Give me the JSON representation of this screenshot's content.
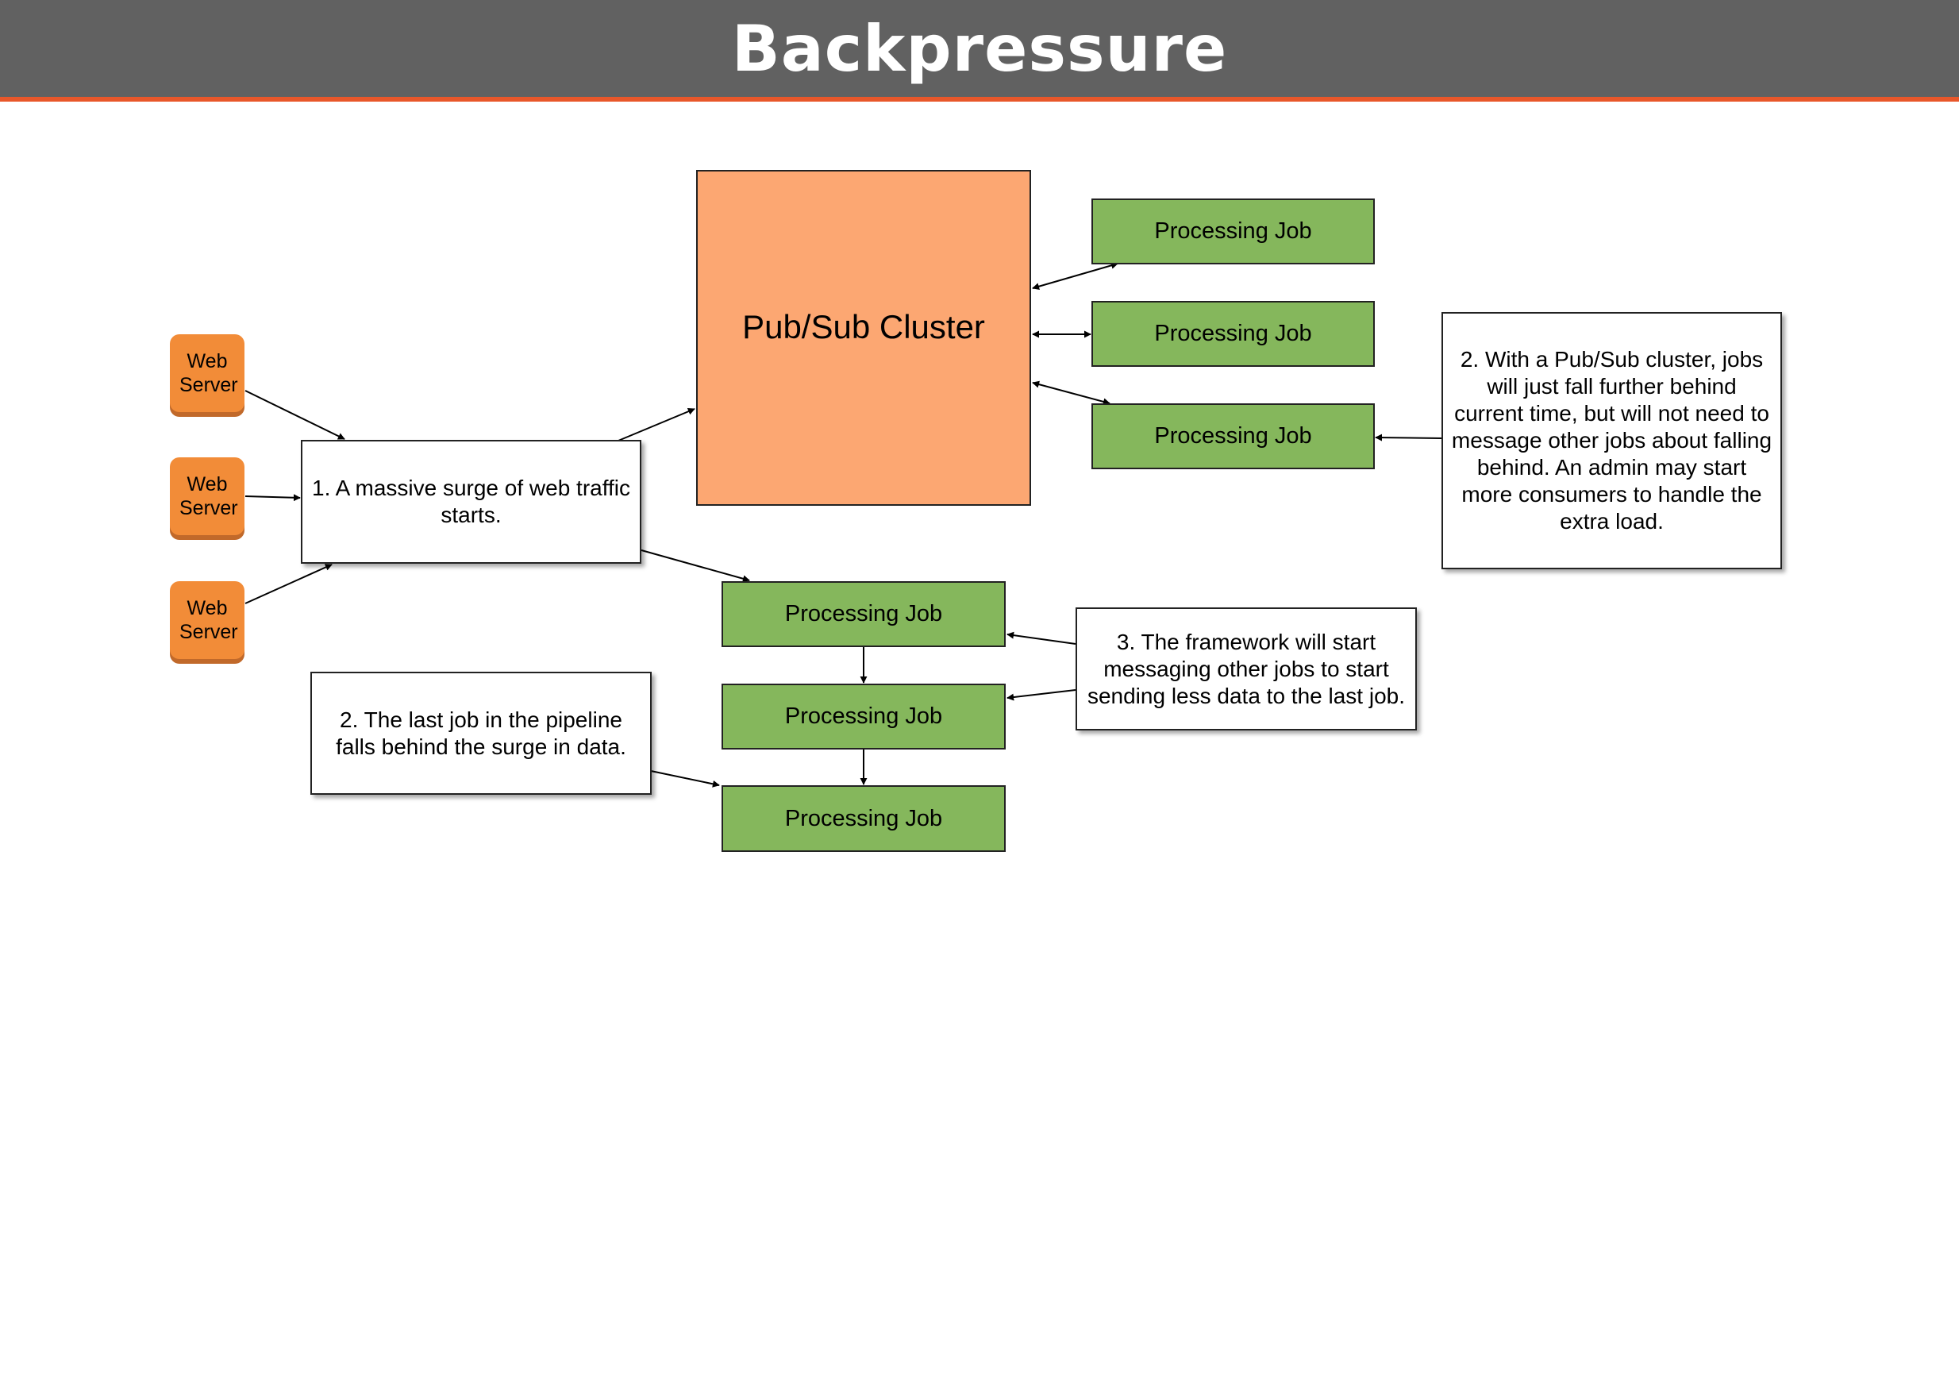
{
  "header": {
    "title": "Backpressure"
  },
  "nodes": {
    "web_server_1": "Web Server",
    "web_server_2": "Web Server",
    "web_server_3": "Web Server",
    "pubsub_cluster": "Pub/Sub Cluster",
    "pubsub_job_1": "Processing Job",
    "pubsub_job_2": "Processing Job",
    "pubsub_job_3": "Processing Job",
    "pipeline_job_1": "Processing Job",
    "pipeline_job_2": "Processing Job",
    "pipeline_job_3": "Processing Job"
  },
  "notes": {
    "surge": "1. A massive surge of web traffic starts.",
    "pubsub_behind": "2. With a Pub/Sub cluster, jobs will just fall further behind current time, but will not need to message other jobs about falling behind. An admin may start more consumers to handle the extra load.",
    "last_job_behind": "2. The last job in the pipeline falls behind the surge in data.",
    "framework_messaging": "3. The framework will start messaging other jobs to start sending less data to the last job."
  },
  "colors": {
    "header_bg": "#616161",
    "header_accent": "#e8572a",
    "web_server": "#f28c38",
    "cluster": "#fca772",
    "job": "#85b75c"
  }
}
